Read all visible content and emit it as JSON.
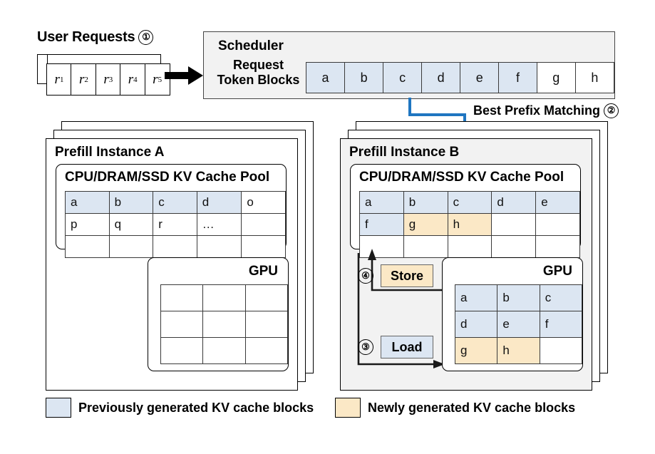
{
  "user_requests": {
    "label": "User Requests",
    "step": "①",
    "items": [
      "r1",
      "r2",
      "r3",
      "r4",
      "r5"
    ]
  },
  "scheduler": {
    "title": "Scheduler",
    "subtitle": "Request\nToken Blocks",
    "subtitle_line1": "Request",
    "subtitle_line2": "Token Blocks",
    "blocks": [
      {
        "label": "a",
        "fill": "blue"
      },
      {
        "label": "b",
        "fill": "blue"
      },
      {
        "label": "c",
        "fill": "blue"
      },
      {
        "label": "d",
        "fill": "blue"
      },
      {
        "label": "e",
        "fill": "blue"
      },
      {
        "label": "f",
        "fill": "blue"
      },
      {
        "label": "g",
        "fill": "none"
      },
      {
        "label": "h",
        "fill": "none"
      }
    ]
  },
  "prefix_matching": {
    "label": "Best Prefix Matching",
    "step": "②"
  },
  "instance_a": {
    "title": "Prefill Instance A",
    "pool_header": "CPU/DRAM/SSD    KV Cache Pool",
    "pool_rows": [
      [
        {
          "label": "a",
          "fill": "blue"
        },
        {
          "label": "b",
          "fill": "blue"
        },
        {
          "label": "c",
          "fill": "blue"
        },
        {
          "label": "d",
          "fill": "blue"
        },
        {
          "label": "o",
          "fill": "none"
        }
      ],
      [
        {
          "label": "p",
          "fill": "none"
        },
        {
          "label": "q",
          "fill": "none"
        },
        {
          "label": "r",
          "fill": "none"
        },
        {
          "label": "…",
          "fill": "none"
        },
        {
          "label": "",
          "fill": "none"
        }
      ],
      [
        {
          "label": "",
          "fill": "none"
        },
        {
          "label": "",
          "fill": "none"
        },
        {
          "label": "",
          "fill": "none"
        },
        {
          "label": "",
          "fill": "none"
        },
        {
          "label": "",
          "fill": "none"
        }
      ]
    ],
    "gpu_header": "GPU",
    "gpu_rows": [
      [
        {
          "label": "",
          "fill": "none"
        },
        {
          "label": "",
          "fill": "none"
        },
        {
          "label": "",
          "fill": "none"
        }
      ],
      [
        {
          "label": "",
          "fill": "none"
        },
        {
          "label": "",
          "fill": "none"
        },
        {
          "label": "",
          "fill": "none"
        }
      ],
      [
        {
          "label": "",
          "fill": "none"
        },
        {
          "label": "",
          "fill": "none"
        },
        {
          "label": "",
          "fill": "none"
        }
      ]
    ]
  },
  "instance_b": {
    "title": "Prefill Instance B",
    "pool_header": "CPU/DRAM/SSD    KV Cache Pool",
    "pool_rows": [
      [
        {
          "label": "a",
          "fill": "blue"
        },
        {
          "label": "b",
          "fill": "blue"
        },
        {
          "label": "c",
          "fill": "blue"
        },
        {
          "label": "d",
          "fill": "blue"
        },
        {
          "label": "e",
          "fill": "blue"
        }
      ],
      [
        {
          "label": "f",
          "fill": "blue"
        },
        {
          "label": "g",
          "fill": "cream"
        },
        {
          "label": "h",
          "fill": "cream"
        },
        {
          "label": "",
          "fill": "none"
        },
        {
          "label": "",
          "fill": "none"
        }
      ],
      [
        {
          "label": "",
          "fill": "none"
        },
        {
          "label": "",
          "fill": "none"
        },
        {
          "label": "",
          "fill": "none"
        },
        {
          "label": "",
          "fill": "none"
        },
        {
          "label": "",
          "fill": "none"
        }
      ]
    ],
    "gpu_header": "GPU",
    "gpu_rows": [
      [
        {
          "label": "a",
          "fill": "blue"
        },
        {
          "label": "b",
          "fill": "blue"
        },
        {
          "label": "c",
          "fill": "blue"
        }
      ],
      [
        {
          "label": "d",
          "fill": "blue"
        },
        {
          "label": "e",
          "fill": "blue"
        },
        {
          "label": "f",
          "fill": "blue"
        }
      ],
      [
        {
          "label": "g",
          "fill": "cream"
        },
        {
          "label": "h",
          "fill": "cream"
        },
        {
          "label": "",
          "fill": "none"
        }
      ]
    ],
    "store_label": "Store",
    "store_step": "④",
    "load_label": "Load",
    "load_step": "③"
  },
  "legend": {
    "items": [
      {
        "label": "Previously generated KV cache blocks",
        "fill": "blue"
      },
      {
        "label": "Newly generated KV cache blocks",
        "fill": "cream"
      }
    ]
  },
  "colors": {
    "previously_generated": "#dce6f2",
    "newly_generated": "#fbe8c6",
    "accent_arrow": "#1f76c1",
    "panel_gray": "#f2f2f2"
  }
}
